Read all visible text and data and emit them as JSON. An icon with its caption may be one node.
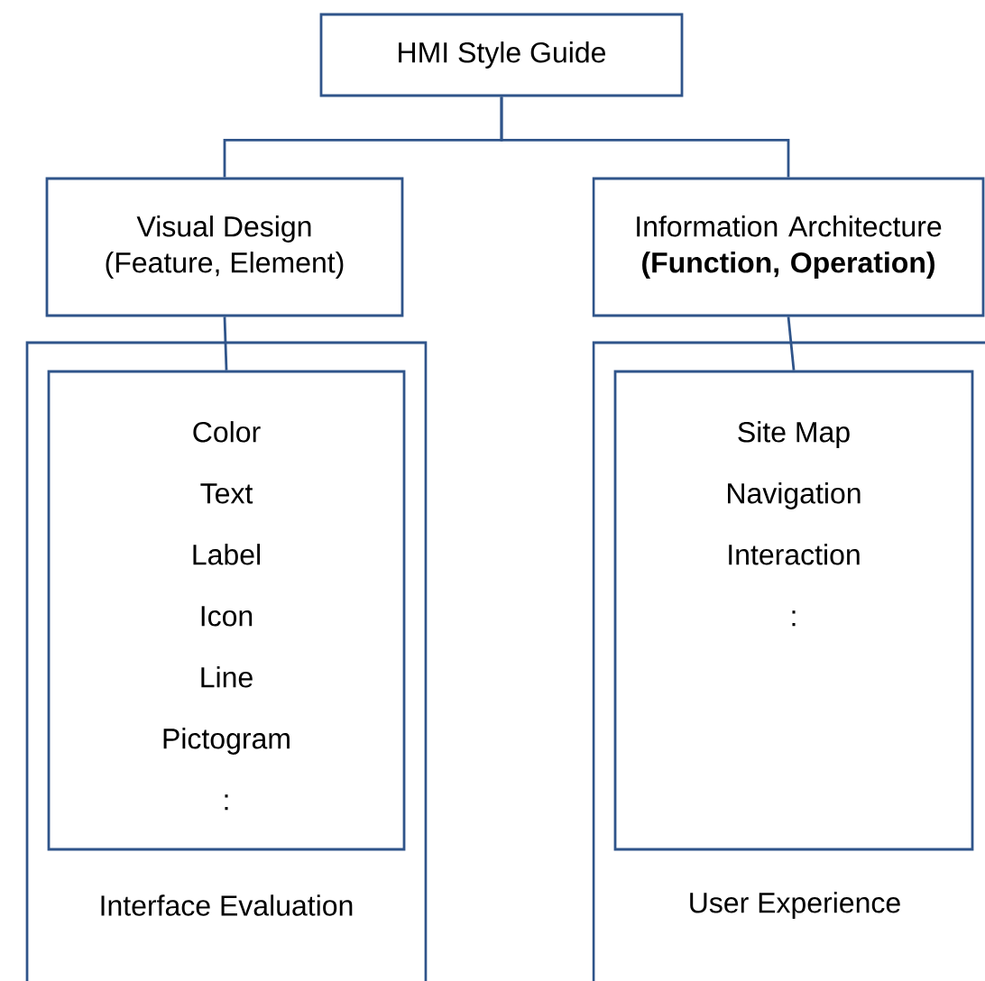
{
  "diagram": {
    "nodes": [
      {
        "text": [
          "HMI Style Guide"
        ]
      },
      {
        "text": [
          "Visual Design",
          "(Feature, Element)"
        ]
      },
      {
        "text": [
          "Information Architecture",
          "**(Function, Operation)**"
        ]
      },
      {
        "text": [
          "Interface Evaluation"
        ]
      },
      {
        "text": [
          "Color",
          "Text",
          "Label",
          "Icon",
          "Line",
          "Pictogram",
          ":"
        ],
        "in": 3
      },
      {
        "text": [
          "User Experience"
        ]
      },
      {
        "text": [
          "Site Map",
          "Navigation",
          "Interaction",
          ":"
        ],
        "in": 5
      }
    ],
    "edges": [
      {
        "from": 0,
        "to": 1,
        "arrow": "none"
      },
      {
        "from": 0,
        "to": 2,
        "arrow": "none"
      },
      {
        "from": 1,
        "to": 4,
        "arrow": "none"
      },
      {
        "from": 2,
        "to": 6,
        "arrow": "none"
      }
    ]
  }
}
